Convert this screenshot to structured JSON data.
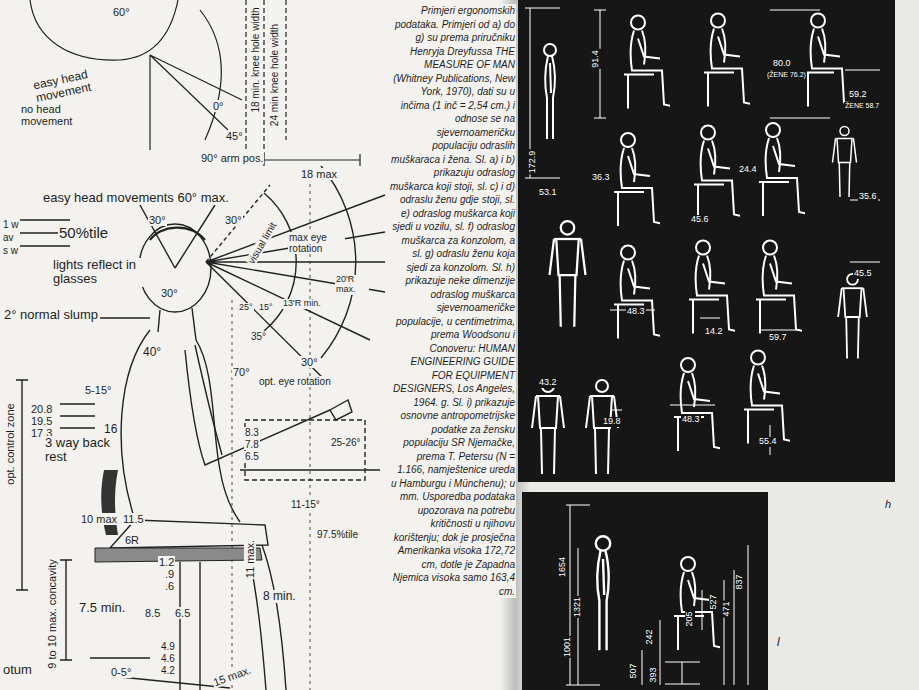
{
  "diagram": {
    "labels": [
      "60°",
      "easy head movement",
      "no head movement",
      "0°",
      "45°",
      "90° arm pos.",
      "18 min. knee hole width",
      "24 min knee hole width",
      "18 max",
      "easy head movements 60° max.",
      "30°",
      "30°",
      "visual limit",
      "max eye rotation",
      "50%tile",
      "lights reflect in glasses",
      "30°",
      "2° normal slump",
      "25°",
      "15°",
      "13'R min.",
      "20'R max.",
      "35°",
      "30°",
      "70°",
      "opt. eye rotation",
      "40°",
      "5-15°",
      "20.8",
      "19.5",
      "17.3",
      "16",
      "3 way back rest",
      "opt. control zone",
      "10 max",
      "11.5",
      "6R",
      "9 to 10 max. concavity",
      "7.5 min.",
      "1.2",
      ".9",
      ".6",
      "8.5",
      "6.5",
      "8.3",
      "7.8",
      "6.5",
      "11 max.",
      "8 min.",
      "11-15°",
      "25-26°",
      "97.5%tile",
      "0-5°",
      "4.9",
      "4.6",
      "4.2",
      "15 max.",
      "otum",
      "1 w",
      "av",
      "s w",
      "Primjeri ergonomskih podataka. Primjeri od a) do g) su prema priručniku Henryja Dreyfussa THE MEASURE OF MAN (Whitney Publications, New York, 1970), dati su u inčima (1 inč = 2,54 cm.) i odnose se na sjevernoameričku populaciju odraslih muškaraca i žena. Sl. a) i b) prikazuju odraslog muškarca koji stoji, sl. c) i d) odraslu ženu gdje stoji, sl. e) odraslog muškarca koji sjedi u vozilu, sl. f) odraslog muškarca za konzolom, a sl. g) odraslu ženu koja sjedi za konzolom. Sl. h) prikazuje neke dimenzije odraslog muškarca sjevernoameričke populacije, u centimetrima, prema Woodsonu i Conoveru: HUMAN ENGINEERING GUIDE FOR EQUIPMENT DESIGNERS, Los Angeles, 1964. g. Sl. i) prikazuje osnovne antropometrijske podatke za žensku populaciju SR Njemačke, prema T. Petersu (N = 1.166, namještenice ureda u Hamburgu i Münchenu); u mm. Usporedba podataka upozorava na potrebu kritičnosti u njihovu korištenju; dok je prosječna Amerikanka visoka 172,72 cm, dotle je Zapadna Njemica visoka samo 163,4 cm.",
      "172.9",
      "91.4",
      "80.0",
      "(ŽENE 76.2)",
      "59.2",
      "ŽENE 58.7",
      "53.1",
      "36.3",
      "45.6",
      "24.4",
      "35.6",
      "45.5",
      "48.3",
      "14.2",
      "59.7",
      "43.2",
      "19.8",
      "48.3",
      "55.4",
      "h",
      "1654",
      "1321",
      "1001",
      "837",
      "527",
      "471",
      "205",
      "242",
      "507",
      "393",
      "l"
    ]
  }
}
